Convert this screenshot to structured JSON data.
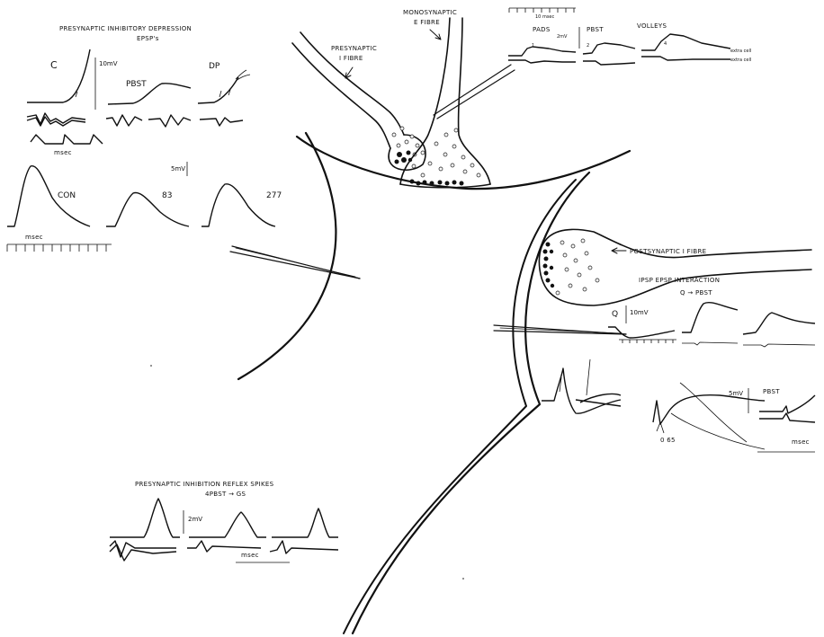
{
  "labels": {
    "presyn_depression_title": "PRESYNAPTIC INHIBITORY DEPRESSION",
    "presyn_depression_sub": "EPSP's",
    "c": "C",
    "pbst_top": "PBST",
    "dp": "DP",
    "scale_10mv_left": "10mV",
    "msec_left": "msec",
    "scale_5mv_left": "5mV",
    "con": "CON",
    "n83": "83",
    "n277": "277",
    "msec_left2": "msec",
    "monosynaptic": "MONOSYNAPTIC",
    "e_fibre": "E FIBRE",
    "presynaptic": "PRESYNAPTIC",
    "i_fibre": "I FIBRE",
    "ten_msec": "10 msec",
    "pads": "PADS",
    "pbst_vol": "PBST",
    "volleys": "VOLLEYS",
    "two_mv": "2mV",
    "extra_cell_top": "extra cell",
    "extra_cell_bottom": "extra cell",
    "postsyn_i_fibre": "POSTSYNAPTIC I FIBRE",
    "ipsp_epsp": "IPSP EPSP INTERACTION",
    "q_to_pbst": "Q → PBST",
    "q": "Q",
    "scale_10mv_right": "10mV",
    "scale_5mv_right": "5mV",
    "pbst_right": "PBST",
    "o65": "0 65",
    "msec_right": "msec",
    "reflex_title": "PRESYNAPTIC INHIBITION REFLEX SPIKES",
    "reflex_sub": "4PBST → GS",
    "two_mv_reflex": "2mV",
    "msec_reflex": "msec"
  }
}
